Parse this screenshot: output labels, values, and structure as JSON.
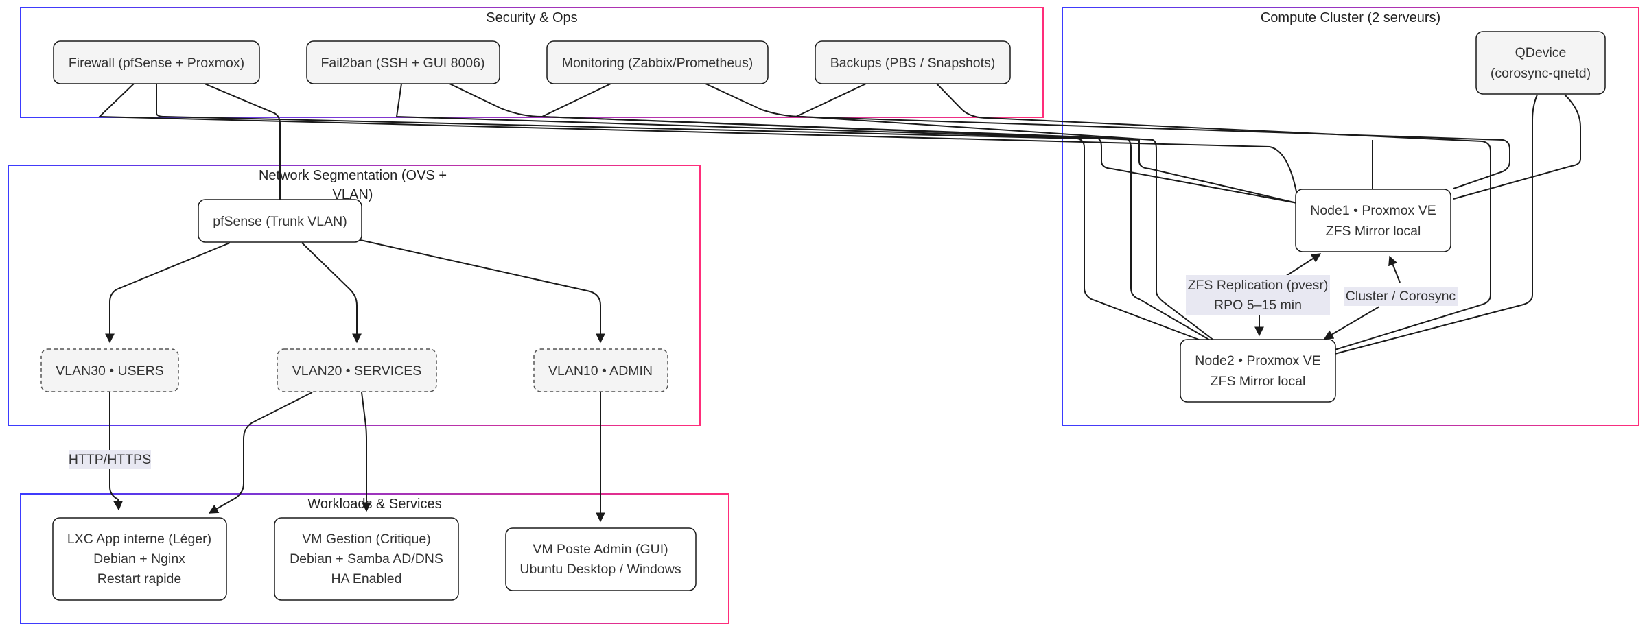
{
  "clusters": {
    "security": {
      "title": "Security & Ops"
    },
    "compute": {
      "title": "Compute Cluster (2 serveurs)"
    },
    "network": {
      "title_line1": "Network Segmentation (OVS +",
      "title_line2": "VLAN)"
    },
    "workloads": {
      "title": "Workloads & Services"
    }
  },
  "nodes": {
    "firewall": {
      "label": "Firewall (pfSense + Proxmox)"
    },
    "fail2ban": {
      "label": "Fail2ban (SSH + GUI 8006)"
    },
    "monitoring": {
      "label": "Monitoring (Zabbix/Prometheus)"
    },
    "backups": {
      "label": "Backups (PBS / Snapshots)"
    },
    "qdevice": {
      "line1": "QDevice",
      "line2": "(corosync-qnetd)"
    },
    "node1": {
      "line1": "Node1 • Proxmox VE",
      "line2": "ZFS Mirror local"
    },
    "node2": {
      "line1": "Node2 • Proxmox VE",
      "line2": "ZFS Mirror local"
    },
    "pfsense_trunk": {
      "label": "pfSense (Trunk VLAN)"
    },
    "vlan30": {
      "label": "VLAN30 • USERS"
    },
    "vlan20": {
      "label": "VLAN20 • SERVICES"
    },
    "vlan10": {
      "label": "VLAN10 • ADMIN"
    },
    "lxc_app": {
      "line1": "LXC App interne (Léger)",
      "line2": "Debian + Nginx",
      "line3": "Restart rapide"
    },
    "vm_gestion": {
      "line1": "VM Gestion (Critique)",
      "line2": "Debian + Samba AD/DNS",
      "line3": "HA Enabled"
    },
    "vm_poste": {
      "line1": "VM Poste Admin (GUI)",
      "line2": "Ubuntu Desktop / Windows"
    }
  },
  "edge_labels": {
    "zfs_replication": {
      "line1": "ZFS Replication (pvesr)",
      "line2": "RPO 5–15 min"
    },
    "cluster_corosync": {
      "label": "Cluster / Corosync"
    },
    "http_https": {
      "label": "HTTP/HTTPS"
    }
  },
  "colors": {
    "cluster_border_blue": "#3b3bff",
    "cluster_border_pink": "#ff2d7a",
    "node_fill": "#f4f4f4",
    "edge_label_bg": "#e8e8f2",
    "edge_stroke": "#1a1a1a"
  }
}
